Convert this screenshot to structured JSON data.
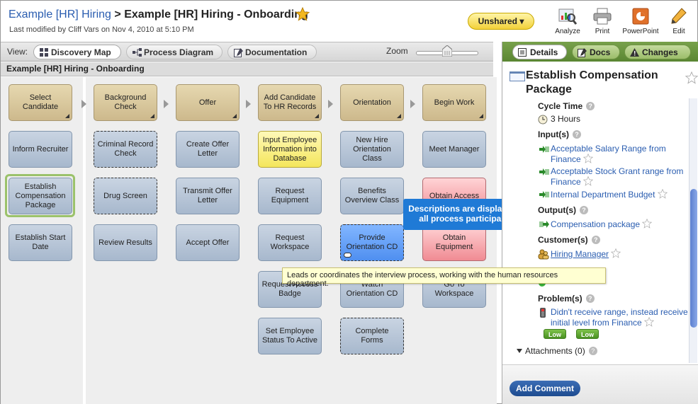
{
  "header": {
    "breadcrumb_link": "Example [HR] Hiring",
    "separator": ">",
    "current": "Example [HR] Hiring - Onboarding",
    "modified": "Last modified by Cliff Vars on Nov 4, 2010 at 5:10 PM",
    "share_button": "Unshared ▾",
    "tools": [
      {
        "label": "Analyze",
        "icon": "analyze-icon"
      },
      {
        "label": "Print",
        "icon": "printer-icon"
      },
      {
        "label": "PowerPoint",
        "icon": "powerpoint-icon"
      },
      {
        "label": "Edit",
        "icon": "pencil-icon"
      }
    ]
  },
  "viewbar": {
    "label": "View:",
    "tabs": [
      "Discovery Map",
      "Process Diagram",
      "Documentation"
    ],
    "active_tab": "Discovery Map",
    "zoom_label": "Zoom",
    "zoom_level_fraction": 0.5
  },
  "canvas_title": "Example [HR] Hiring - Onboarding",
  "columns": [
    {
      "head": "Select Candidate",
      "items": [
        {
          "label": "Inform Recruiter",
          "style": "blue"
        },
        {
          "label": "Establish Compensation Package",
          "style": "blue",
          "selected": true
        },
        {
          "label": "Establish Start Date",
          "style": "blue"
        }
      ]
    },
    {
      "head": "Background Check",
      "items": [
        {
          "label": "Criminal Record Check",
          "style": "dash"
        },
        {
          "label": "Drug Screen",
          "style": "dash"
        },
        {
          "label": "Review Results",
          "style": "blue"
        }
      ]
    },
    {
      "head": "Offer",
      "items": [
        {
          "label": "Create Offer Letter",
          "style": "blue"
        },
        {
          "label": "Transmit Offer Letter",
          "style": "blue"
        },
        {
          "label": "Accept Offer",
          "style": "blue"
        }
      ]
    },
    {
      "head": "Add Candidate To HR Records",
      "items": [
        {
          "label": "Input Employee Information into Database",
          "style": "yellow"
        },
        {
          "label": "Request Equipment",
          "style": "blue"
        },
        {
          "label": "Request Workspace",
          "style": "blue"
        },
        {
          "label": "Request Access Badge",
          "style": "blue"
        },
        {
          "label": "Set Employee Status To Active",
          "style": "blue"
        }
      ]
    },
    {
      "head": "Orientation",
      "items": [
        {
          "label": "New Hire Orientation Class",
          "style": "blue"
        },
        {
          "label": "Benefits Overview Class",
          "style": "blue"
        },
        {
          "label": "Provide Orientation CD",
          "style": "selblue"
        },
        {
          "label": "Watch Orientation CD",
          "style": "blue"
        },
        {
          "label": "Complete Forms",
          "style": "dash"
        }
      ]
    },
    {
      "head": "Begin Work",
      "items": [
        {
          "label": "Meet Manager",
          "style": "blue"
        },
        {
          "label": "Obtain Access",
          "style": "red"
        },
        {
          "label": "Obtain Equipment",
          "style": "red"
        },
        {
          "label": "Go To Workspace",
          "style": "blue"
        }
      ]
    }
  ],
  "callout": "Descriptions are displayed to all process participants.",
  "tooltip": "Leads or coordinates the interview process, working with the human resources department.",
  "panel": {
    "tabs": [
      "Details",
      "Docs",
      "Changes"
    ],
    "active_tab": "Details",
    "title": "Establish Compensation Package",
    "cycle_time_label": "Cycle Time",
    "cycle_time": "3 Hours",
    "inputs_label": "Input(s)",
    "inputs": [
      "Acceptable Salary Range from Finance",
      "Acceptable Stock Grant range from Finance",
      "Internal Department Budget"
    ],
    "outputs_label": "Output(s)",
    "outputs": [
      "Compensation package"
    ],
    "customers_label": "Customer(s)",
    "customers": [
      "Hiring Manager"
    ],
    "problems_label": "Problem(s)",
    "problems": [
      "Didn't receive range, instead receive initial level from Finance"
    ],
    "problem_badges": [
      "Low",
      "Low"
    ],
    "attachments": "Attachments (0)",
    "add_comment": "Add Comment",
    "help_glyph": "?"
  }
}
